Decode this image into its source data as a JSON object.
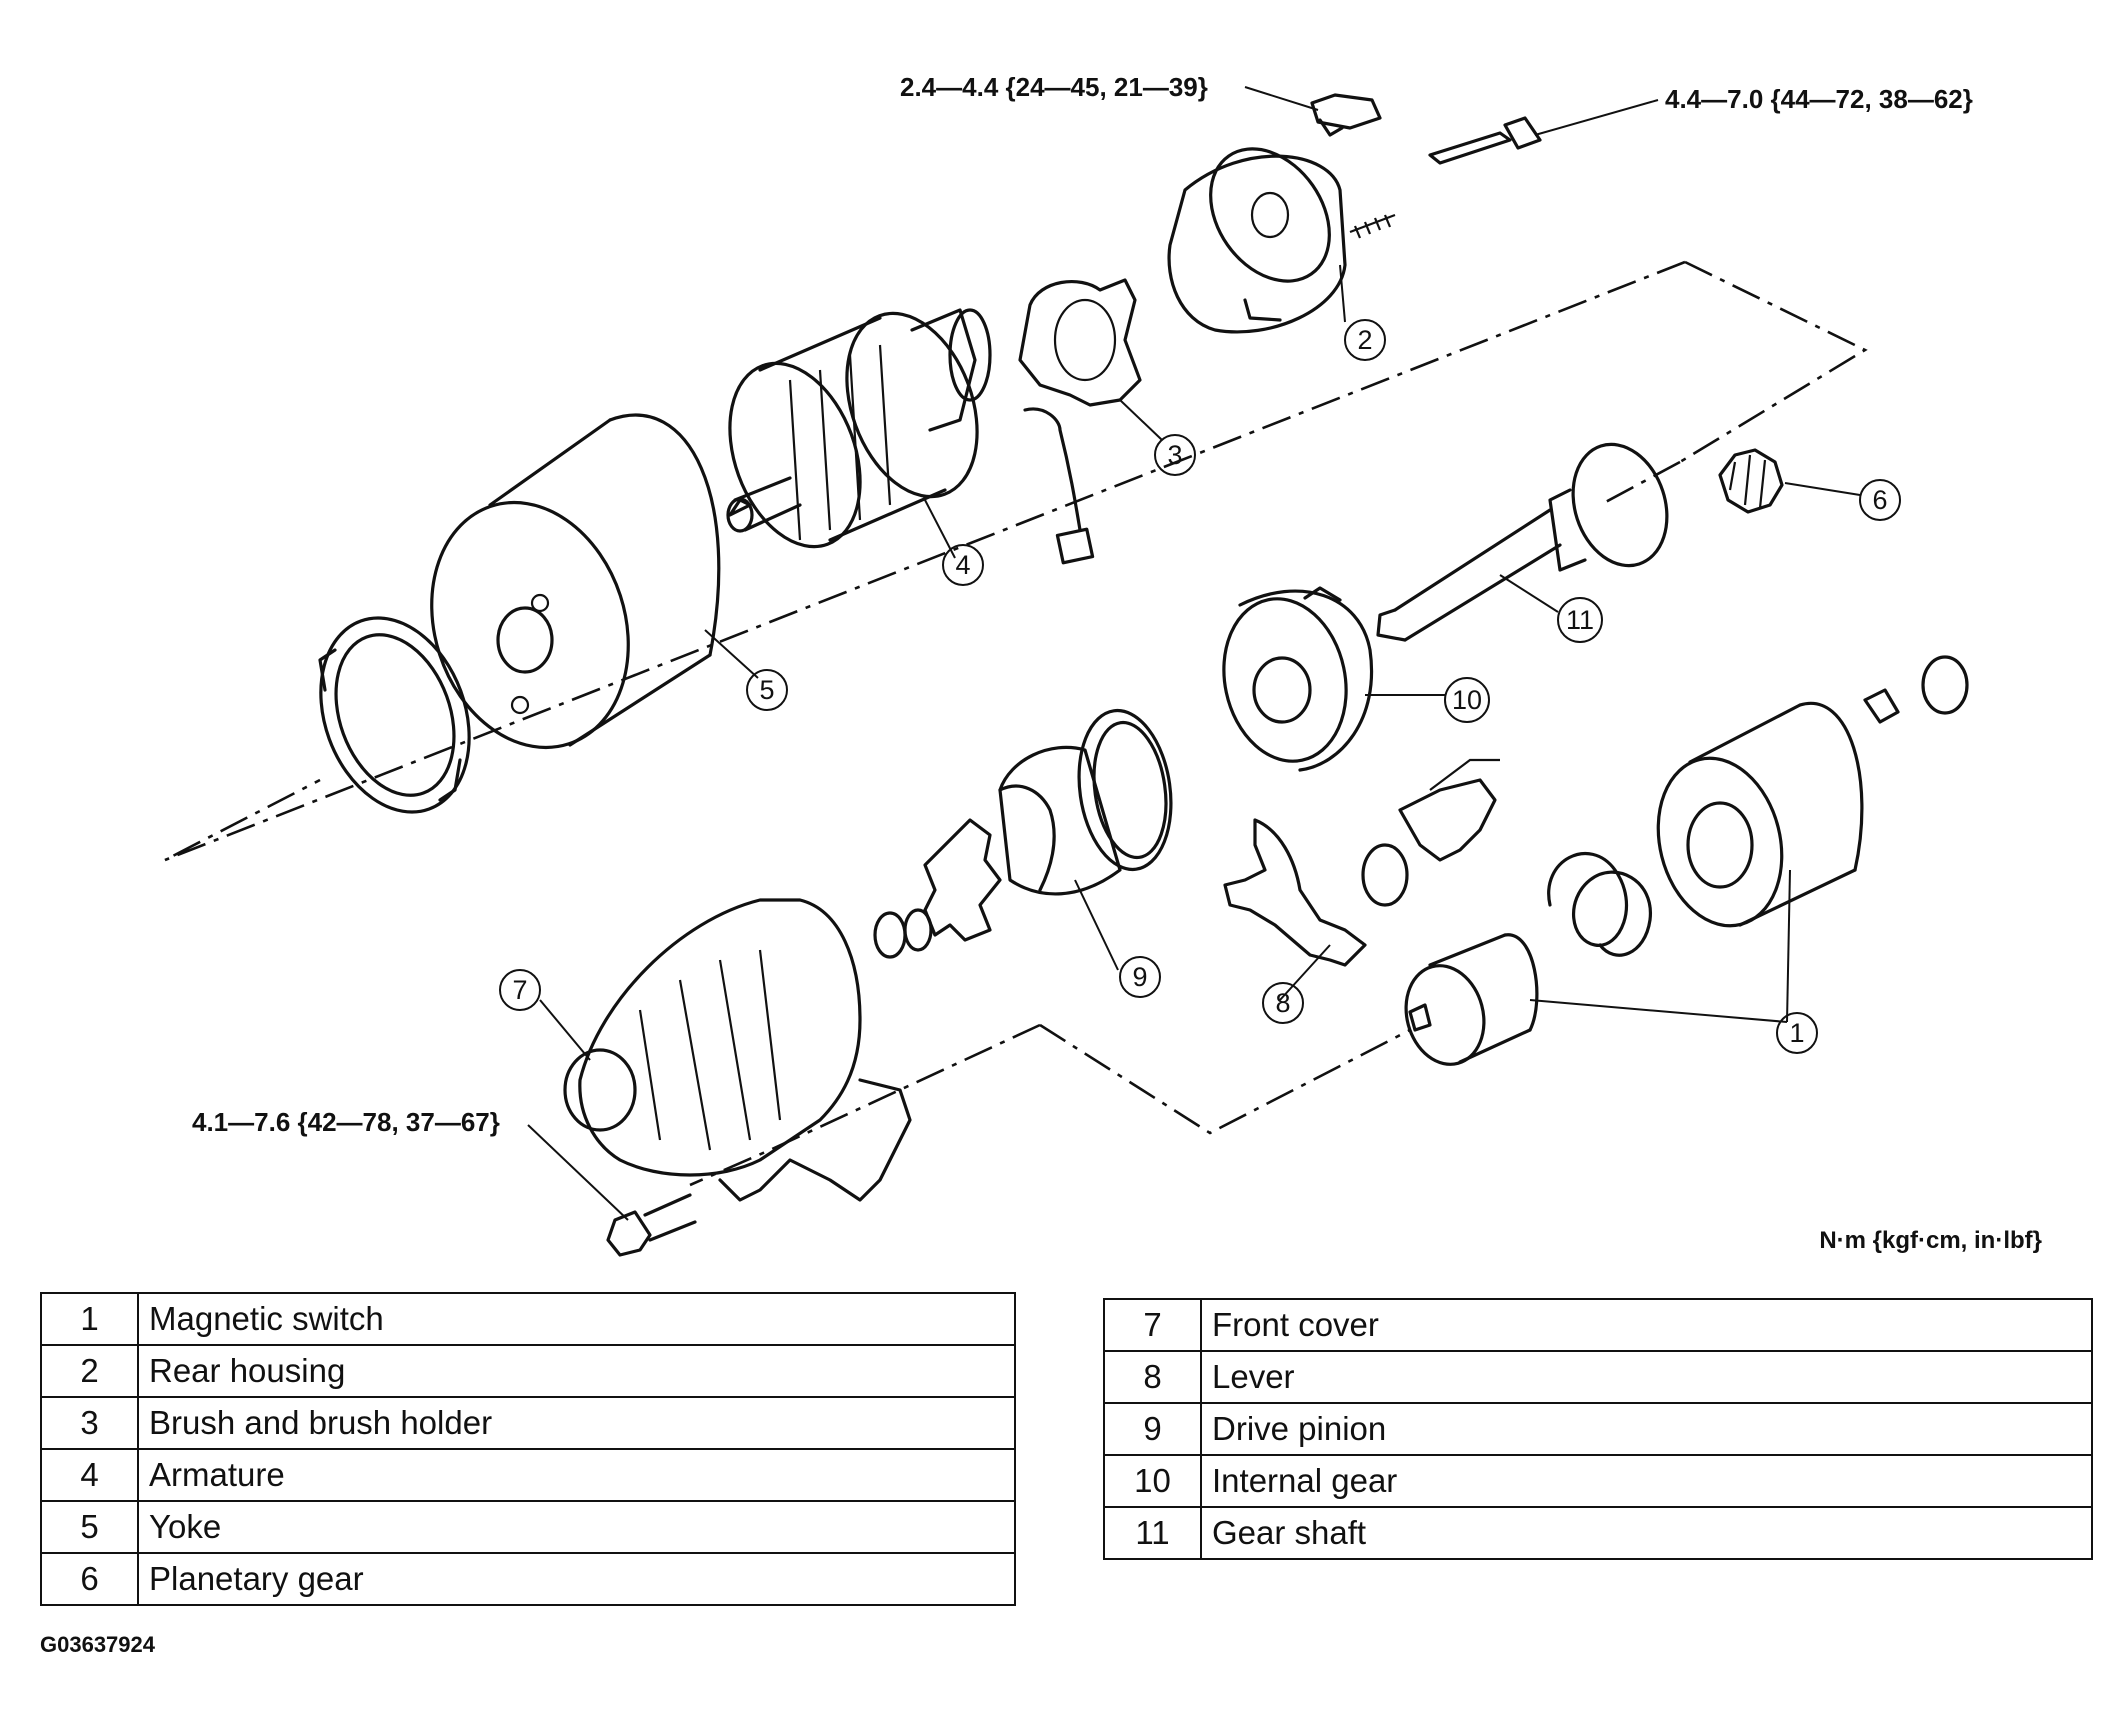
{
  "torque_specs": {
    "rear_housing_bolt": "2.4—4.4 {24—45, 21—39}",
    "through_bolt": "4.4—7.0 {44—72, 38—62}",
    "front_cover_bolt": "4.1—7.6 {42—78, 37—67}"
  },
  "unit_note": "N·m {kgf·cm, in·lbf}",
  "figure_code": "G03637924",
  "callouts": {
    "c1": "1",
    "c2": "2",
    "c3": "3",
    "c4": "4",
    "c5": "5",
    "c6": "6",
    "c7": "7",
    "c8": "8",
    "c9": "9",
    "c10": "10",
    "c11": "11"
  },
  "legend_left": [
    {
      "num": "1",
      "name": "Magnetic switch"
    },
    {
      "num": "2",
      "name": "Rear housing"
    },
    {
      "num": "3",
      "name": "Brush and brush holder"
    },
    {
      "num": "4",
      "name": "Armature"
    },
    {
      "num": "5",
      "name": "Yoke"
    },
    {
      "num": "6",
      "name": "Planetary gear"
    }
  ],
  "legend_right": [
    {
      "num": "7",
      "name": "Front cover"
    },
    {
      "num": "8",
      "name": "Lever"
    },
    {
      "num": "9",
      "name": "Drive pinion"
    },
    {
      "num": "10",
      "name": "Internal gear"
    },
    {
      "num": "11",
      "name": "Gear shaft"
    }
  ]
}
